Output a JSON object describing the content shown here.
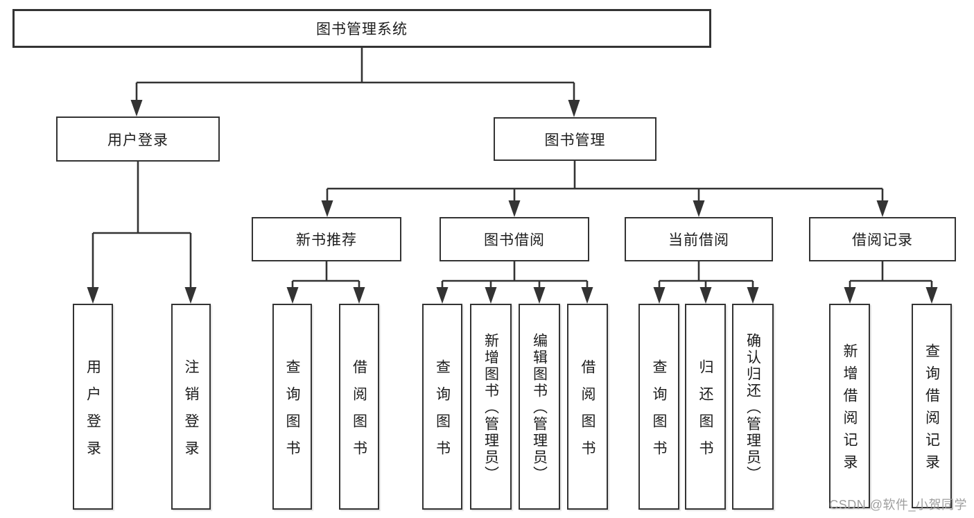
{
  "nodes": {
    "root": "图书管理系统",
    "level1": {
      "user_login": "用户登录",
      "book_mgmt": "图书管理"
    },
    "level2": {
      "new_book_rec": "新书推荐",
      "book_borrow": "图书借阅",
      "current_borrow": "当前借阅",
      "borrow_record": "借阅记录"
    },
    "leaves": {
      "user_login": "用户登录",
      "logout": "注销登录",
      "rec_query_book": "查询图书",
      "rec_borrow_book": "借阅图书",
      "bor_query_book": "查询图书",
      "bor_add_book": "新增图书（管理员）",
      "bor_edit_book": "编辑图书（管理员）",
      "bor_borrow_book": "借阅图书",
      "cur_query_book": "查询图书",
      "cur_return_book": "归还图书",
      "cur_confirm_return": "确认归还（管理员）",
      "rec2_add_record": "新增借阅记录",
      "rec2_query_record": "查询借阅记录"
    }
  },
  "watermark": "CSDN @软件_小贺同学",
  "colors": {
    "line": "#333333",
    "box_border": "#333333",
    "text": "#1c1c1c",
    "watermark": "#9e9e9e",
    "background": "#ffffff"
  }
}
